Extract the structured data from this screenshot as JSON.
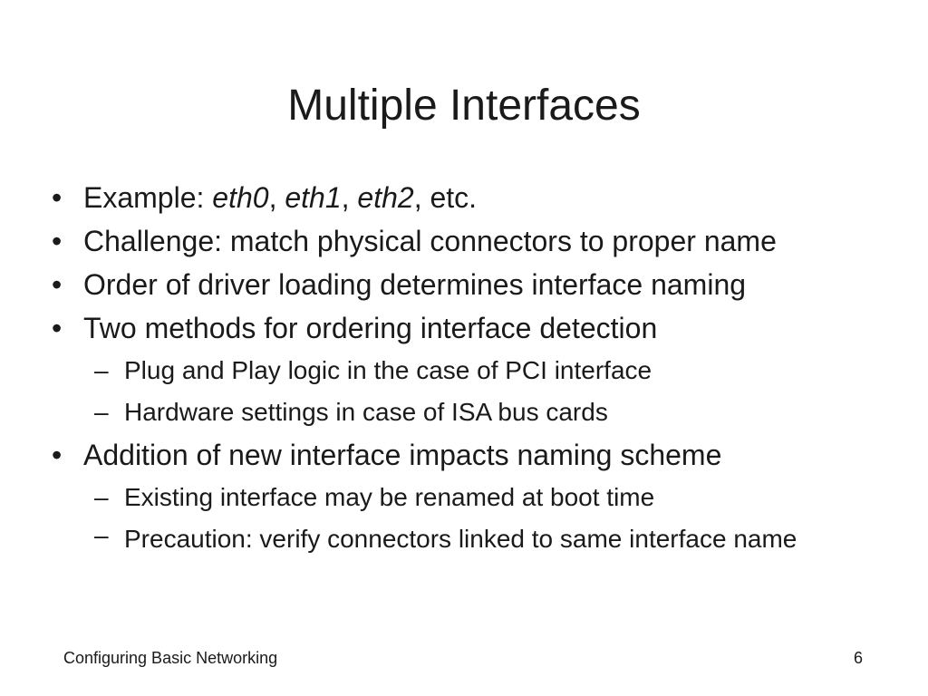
{
  "slide": {
    "title": "Multiple Interfaces",
    "bullet_symbol": "•",
    "sub_symbol": "–",
    "example": {
      "prefix": "Example: ",
      "eth0": "eth0",
      "sep1": ", ",
      "eth1": "eth1",
      "sep2": ", ",
      "eth2": "eth2",
      "suffix": ", etc."
    },
    "bullets": [
      "Challenge: match physical connectors to proper name",
      "Order of driver loading determines interface naming",
      "Two methods for ordering interface detection",
      "Addition of new interface impacts naming scheme"
    ],
    "sub_bullets_methods": [
      "Plug and Play logic in the case of PCI interface",
      "Hardware settings in case of ISA bus cards"
    ],
    "sub_bullets_addition": [
      "Existing interface may be renamed at boot time",
      "Precaution: verify connectors linked to same interface name"
    ]
  },
  "footer": {
    "left_text": "Configuring Basic Networking",
    "page_number": "6"
  }
}
